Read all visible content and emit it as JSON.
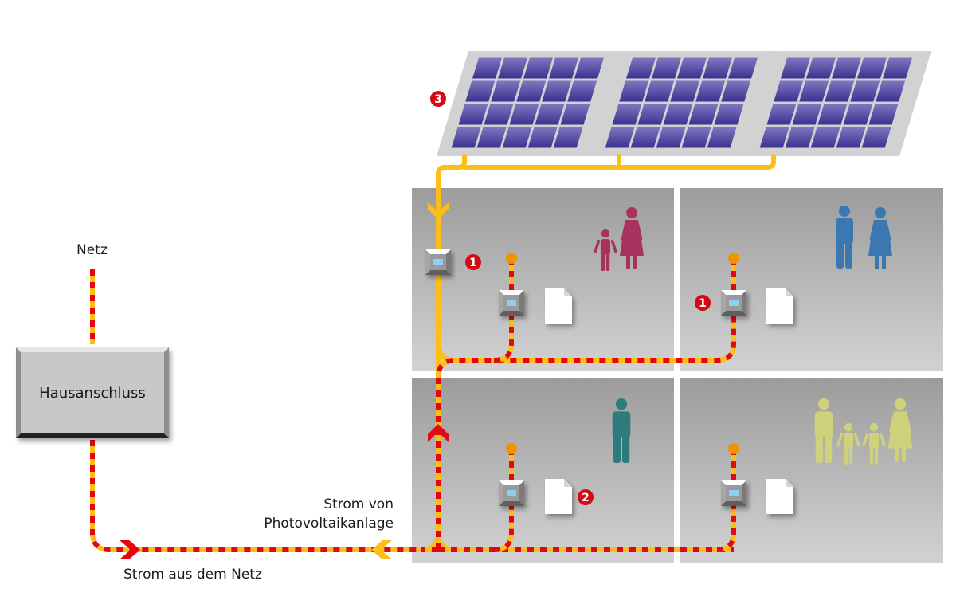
{
  "labels": {
    "netz": "Netz",
    "hausanschluss": "Hausanschluss",
    "strom_von_1": "Strom von",
    "strom_von_2": "Photovoltaikanlage",
    "strom_aus_netz": "Strom aus dem Netz"
  },
  "badges": {
    "one": "1",
    "two": "2",
    "three": "3"
  },
  "colors": {
    "red": "#e30613",
    "yellow": "#fbbf17",
    "panel": "#3f3790",
    "panel_light": "#7f77c0",
    "apartment": "#b4b4b4",
    "family_pink": "#a8325e",
    "family_blue": "#3b78b2",
    "single_teal": "#2e7b7d",
    "family_olive": "#cfd27a",
    "meter_orange": "#f29400",
    "meter_screen": "#8fd0f0"
  },
  "icons": {
    "solar_panel": "solar-panel-icon",
    "meter": "electricity-meter-icon",
    "document": "document-icon",
    "person": "person-icon"
  }
}
